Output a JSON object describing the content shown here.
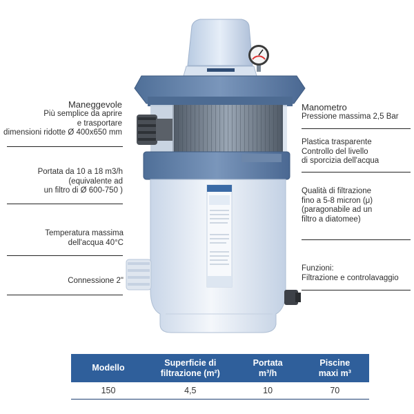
{
  "labels": {
    "maneggevole": {
      "title": "Maneggevole",
      "lines": [
        "Più semplice da aprire",
        "e trasportare",
        "dimensioni ridotte Ø 400x650 mm"
      ]
    },
    "portata": {
      "lines": [
        "Portata da 10 a 18 m3/h",
        "(equivalente ad",
        "un filtro di  Ø 600-750 )"
      ]
    },
    "temperatura": {
      "lines": [
        "Temperatura massima",
        "dell'acqua  40°C"
      ]
    },
    "connessione": {
      "lines": [
        "Connessione 2\""
      ]
    },
    "manometro": {
      "lines": [
        "Manometro",
        "Pressione massima 2,5 Bar"
      ]
    },
    "plastica": {
      "lines": [
        "Plastica trasparente",
        "Controllo del livello",
        "di sporcizia dell'acqua"
      ]
    },
    "qualita": {
      "lines": [
        "Qualità di filtrazione",
        "fino a 5-8 micron (μ)",
        "(paragonabile ad un",
        "filtro a diatomee)"
      ]
    },
    "funzioni": {
      "lines": [
        "Funzioni:",
        "Filtrazione e controlavaggio"
      ]
    }
  },
  "colors": {
    "table_header": "#2f5f9b",
    "table_rule": "#1f3f72",
    "filter_lid": "#5f7fa6",
    "filter_body": "#e4ebf5",
    "filter_cap": "#cfdced"
  },
  "table": {
    "headers": [
      [
        "Modello"
      ],
      [
        "Superficie di",
        "filtrazione (m²)"
      ],
      [
        "Portata",
        "m³/h"
      ],
      [
        "Piscine",
        "maxi m³"
      ]
    ],
    "rows": [
      [
        "150",
        "4,5",
        "10",
        "70"
      ]
    ]
  }
}
